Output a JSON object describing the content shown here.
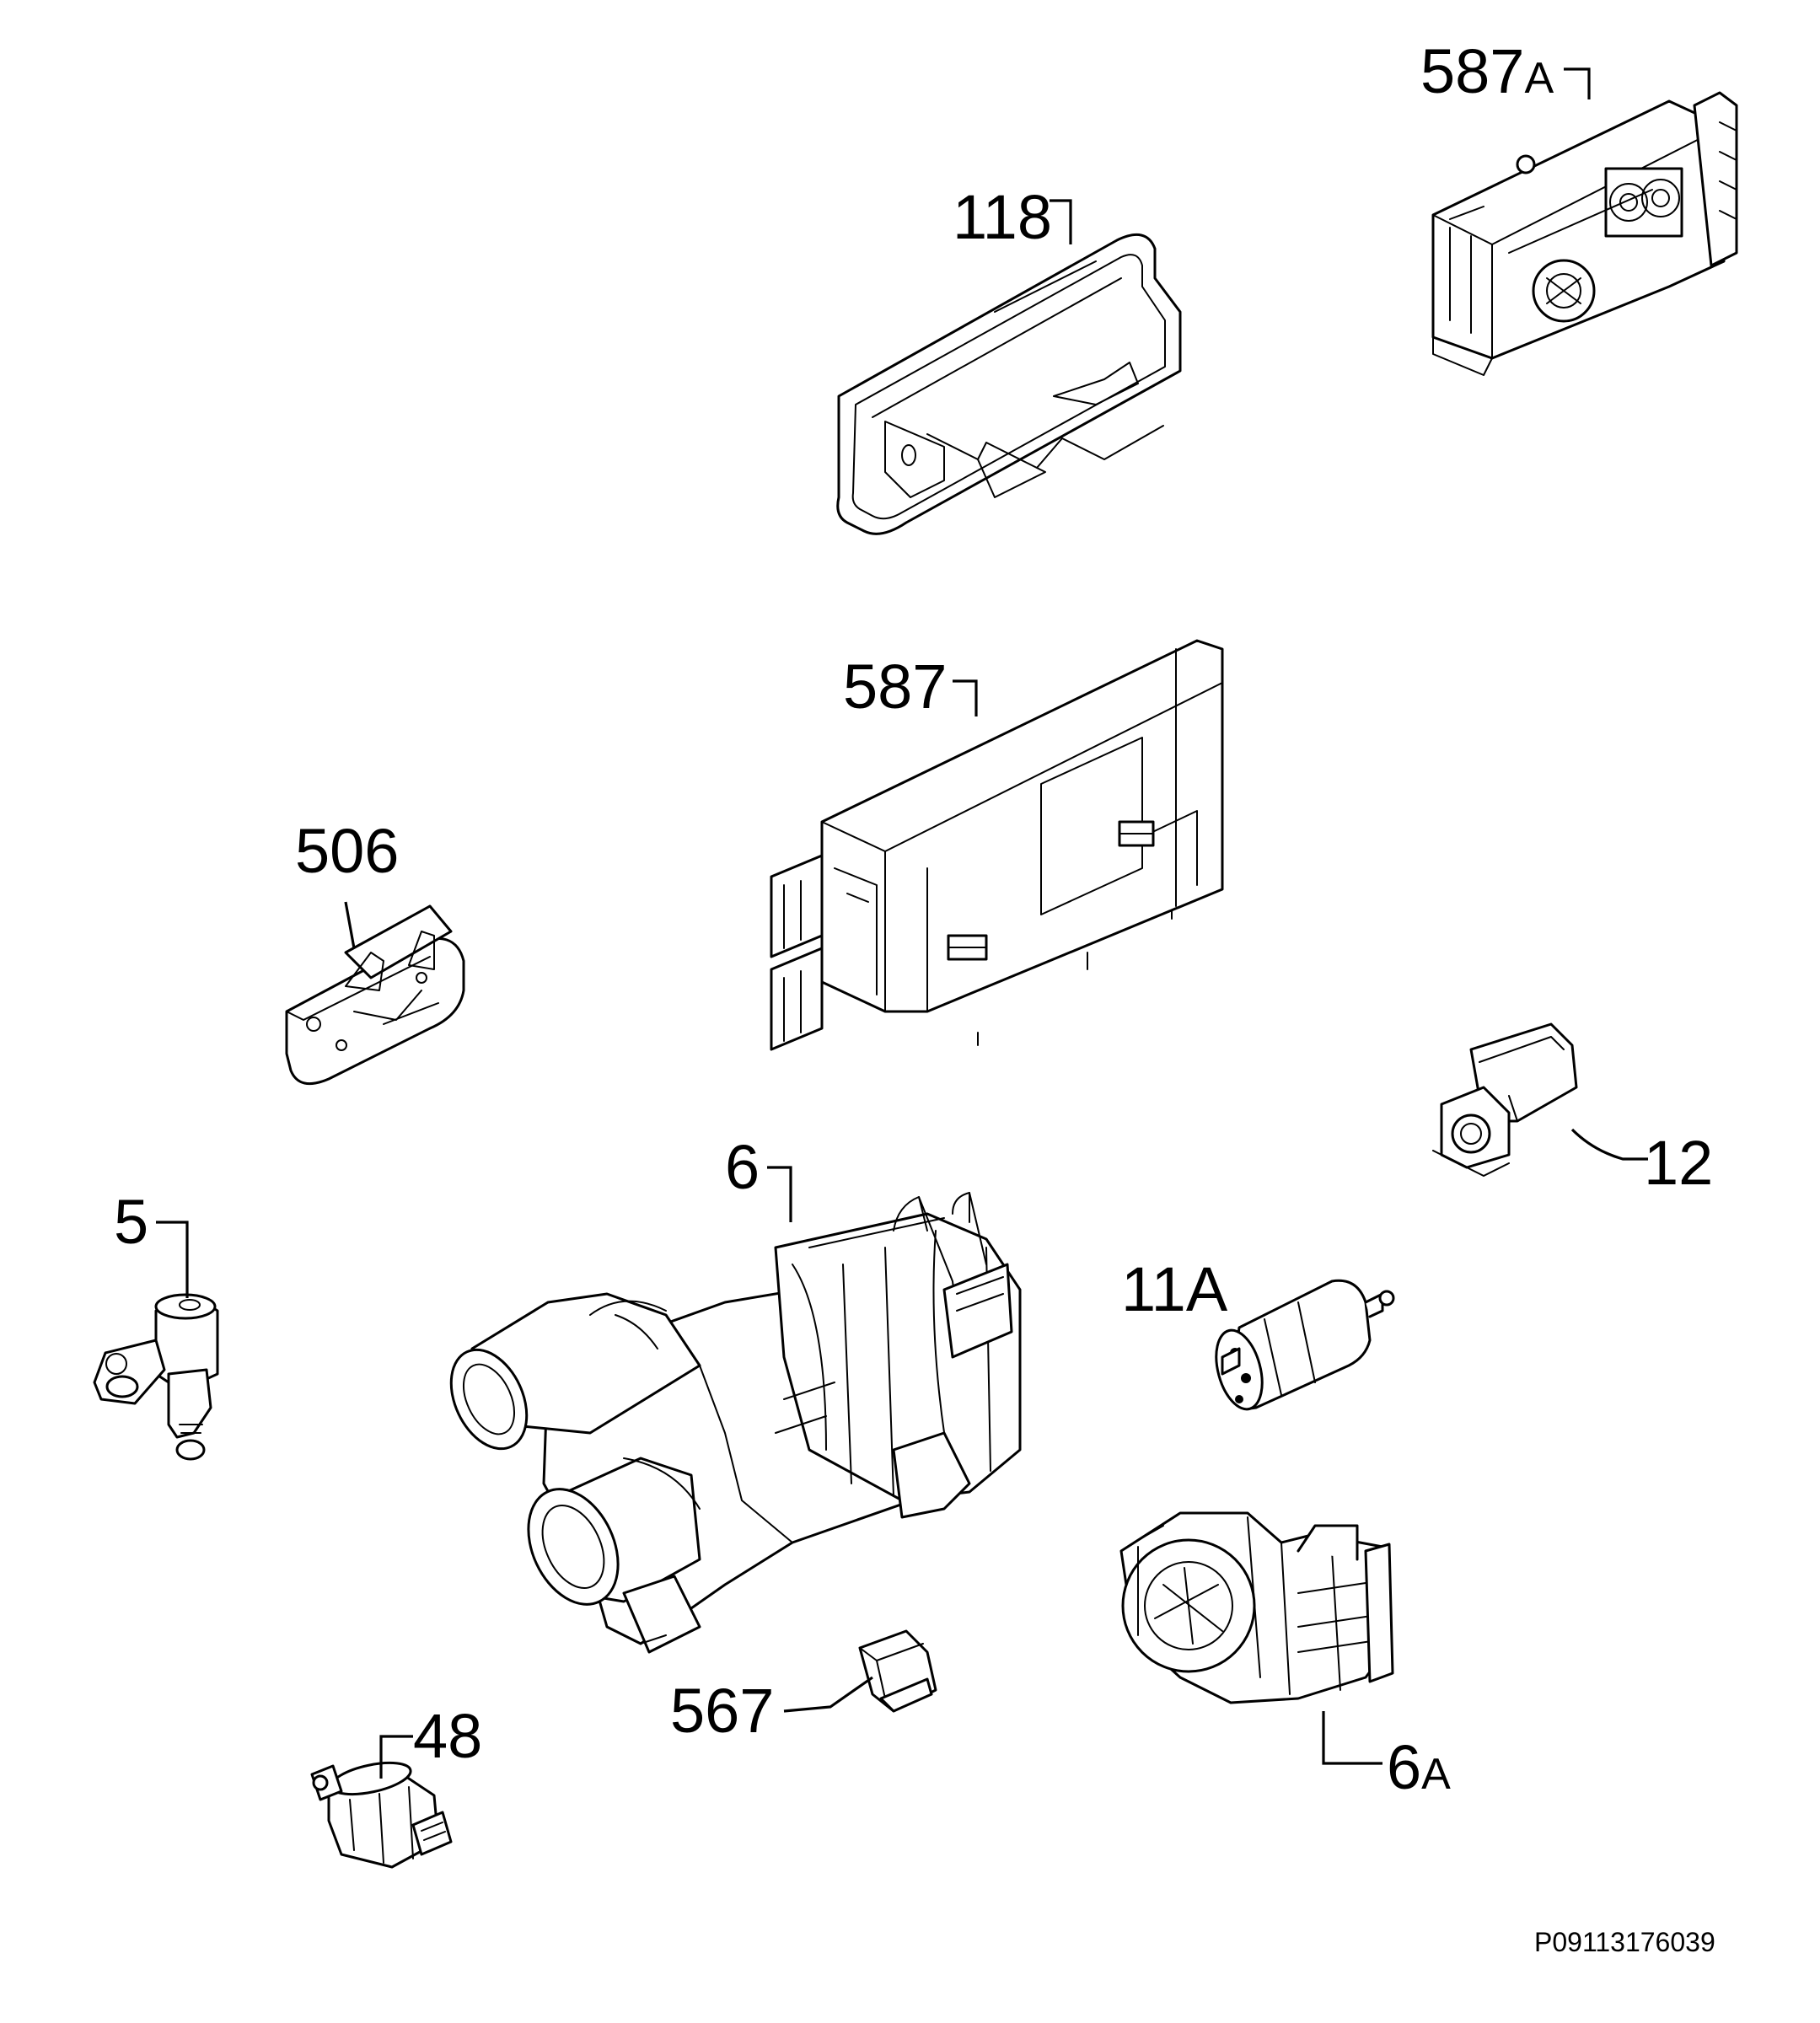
{
  "labels": {
    "p587a": {
      "number": "587",
      "suffix": "A"
    },
    "p118": {
      "number": "118"
    },
    "p587": {
      "number": "587"
    },
    "p506": {
      "number": "506"
    },
    "p12": {
      "number": "12"
    },
    "p6": {
      "number": "6"
    },
    "p5": {
      "number": "5"
    },
    "p11a": {
      "number": "11A"
    },
    "p567": {
      "number": "567"
    },
    "p48": {
      "number": "48"
    },
    "p6a": {
      "number": "6",
      "suffix": "A"
    }
  },
  "drawing_code": "P09113176039"
}
